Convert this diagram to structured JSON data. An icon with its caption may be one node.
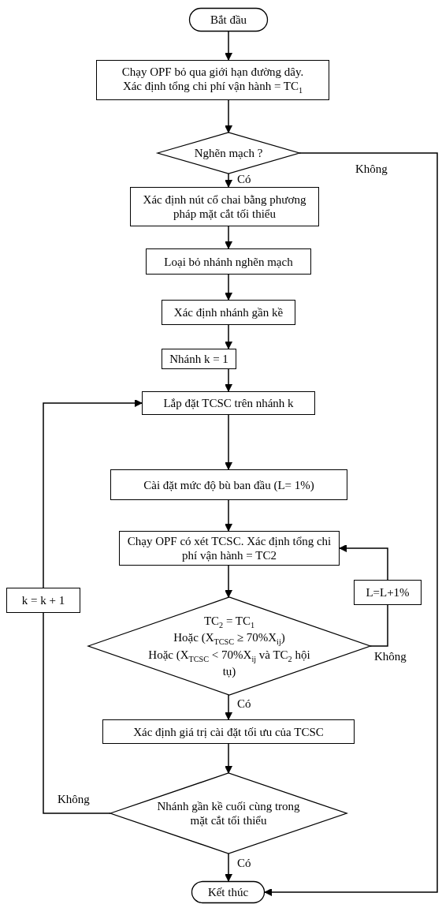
{
  "diagram": {
    "nodes": [
      {
        "text": [
          "Bắt đầu"
        ]
      },
      {
        "text": [
          "Chạy OPF bỏ qua giới hạn đường dây.",
          "Xác định tổng chi phí vận hành = TC$_{1}$"
        ]
      },
      {
        "text": [
          "Nghẽn mạch  ?"
        ]
      },
      {
        "text": [
          "Xác định nút cổ chai bằng phương pháp mặt cắt tối thiểu"
        ]
      },
      {
        "text": [
          "Loại bỏ nhánh nghẽn mạch"
        ]
      },
      {
        "text": [
          "Xác định nhánh gần kề"
        ]
      },
      {
        "text": [
          "Nhánh  k = 1"
        ]
      },
      {
        "text": [
          "Lắp đặt TCSC trên nhánh k"
        ]
      },
      {
        "text": [
          "Cài đặt mức độ bù ban đầu   (L= 1%)"
        ]
      },
      {
        "text": [
          "Chạy OPF có xét TCSC. Xác định tổng chi phí vận hành = TC2"
        ]
      },
      {
        "text": [
          "TC$_{2}$ = TC$_{1}$",
          "Hoặc (X$_{TCSC}$  ≥  70%X$_{ij}$)",
          "Hoặc (X$_{TCSC}$ < 70%X$_{ij}$ và TC$_{2}$ hội tụ)"
        ]
      },
      {
        "text": [
          "L=L+1%"
        ]
      },
      {
        "text": [
          "k = k + 1"
        ]
      },
      {
        "text": [
          "Xác định giá trị cài đặt tối ưu của TCSC"
        ]
      },
      {
        "text": [
          "Nhánh gần kề cuối cùng trong mặt cắt tối thiểu"
        ]
      },
      {
        "text": [
          "Kết thúc"
        ]
      }
    ],
    "edges": [
      {
        "from": 0,
        "to": 1,
        "arrow": "to"
      },
      {
        "from": 1,
        "to": 2,
        "arrow": "to"
      },
      {
        "from": 2,
        "to": 3,
        "arrow": "to",
        "label": "Có"
      },
      {
        "from": 2,
        "to": 15,
        "arrow": "to",
        "label": "Không"
      },
      {
        "from": 3,
        "to": 4,
        "arrow": "to"
      },
      {
        "from": 4,
        "to": 5,
        "arrow": "to"
      },
      {
        "from": 5,
        "to": 6,
        "arrow": "to"
      },
      {
        "from": 6,
        "to": 7,
        "arrow": "to"
      },
      {
        "from": 7,
        "to": 8,
        "arrow": "to"
      },
      {
        "from": 8,
        "to": 9,
        "arrow": "to"
      },
      {
        "from": 9,
        "to": 10,
        "arrow": "to"
      },
      {
        "from": 10,
        "to": 11,
        "arrow": "none",
        "label": "Không"
      },
      {
        "from": 11,
        "to": 9,
        "arrow": "to"
      },
      {
        "from": 10,
        "to": 13,
        "arrow": "to",
        "label": "Có"
      },
      {
        "from": 13,
        "to": 14,
        "arrow": "to"
      },
      {
        "from": 14,
        "to": 12,
        "arrow": "none",
        "label": "Không"
      },
      {
        "from": 12,
        "to": 7,
        "arrow": "to"
      },
      {
        "from": 14,
        "to": 15,
        "arrow": "to",
        "label": "Có"
      }
    ]
  }
}
